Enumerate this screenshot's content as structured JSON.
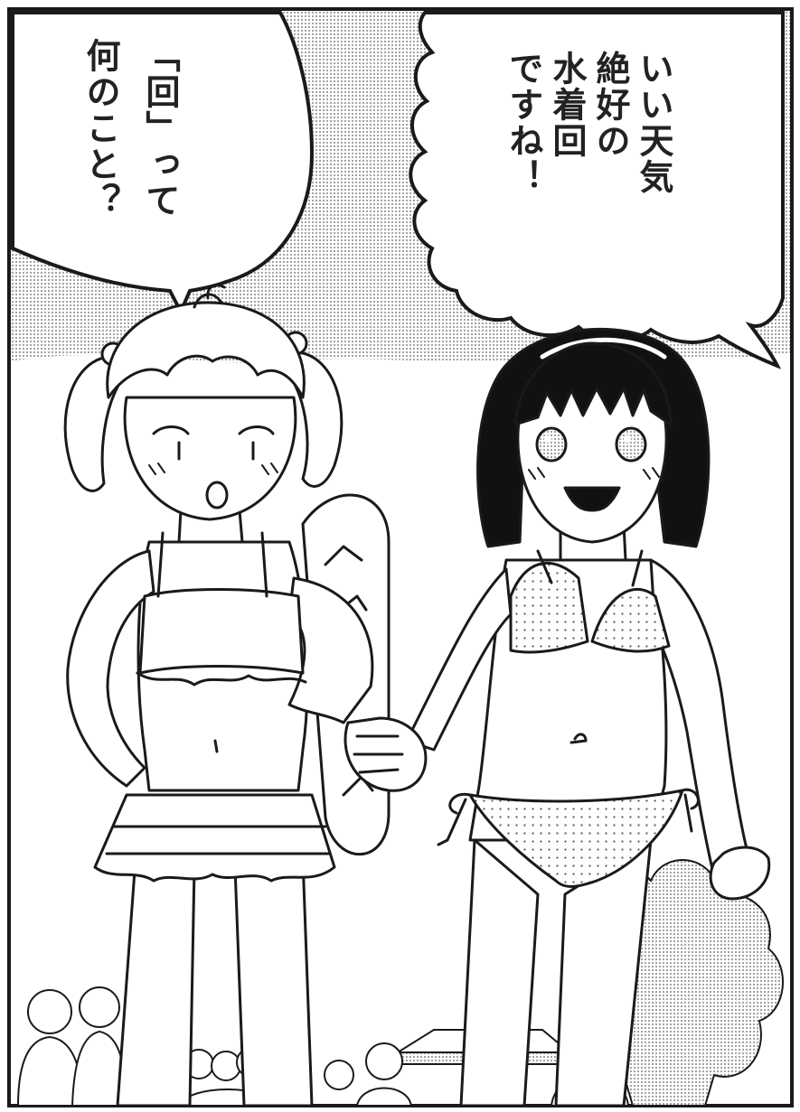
{
  "speech_right": {
    "lines": [
      "いい天気",
      "絶好の",
      "水着回",
      "ですね！"
    ]
  },
  "speech_left": {
    "lines": [
      "「回」って",
      "何のこと？"
    ]
  },
  "colors": {
    "ink": "#1a1a1a",
    "paper": "#ffffff",
    "screentone": "#bdbdbd"
  }
}
